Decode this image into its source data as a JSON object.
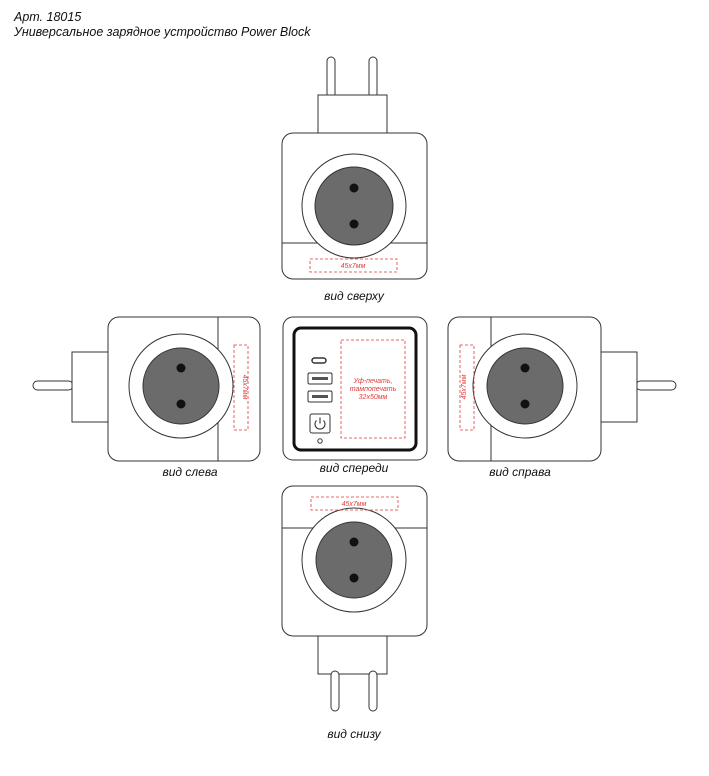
{
  "header": {
    "article": "Арт. 18015",
    "product": "Универсальное зарядное устройство Power Block"
  },
  "views": {
    "top": {
      "caption": "вид сверху",
      "print_area": "45х7мм"
    },
    "left": {
      "caption": "вид слева",
      "print_area": "45х7мм"
    },
    "front": {
      "caption": "вид спереди",
      "print_area_line1": "Уф-печать,",
      "print_area_line2": "тампопечать",
      "print_area_line3": "32х50мм"
    },
    "right": {
      "caption": "вид справа",
      "print_area": "45х7мм"
    },
    "bottom": {
      "caption": "вид снизу",
      "print_area": "45х7мм"
    }
  },
  "colors": {
    "outline": "#333333",
    "socket_face": "#6b6b6b",
    "print_zone": "#e23a3a"
  }
}
